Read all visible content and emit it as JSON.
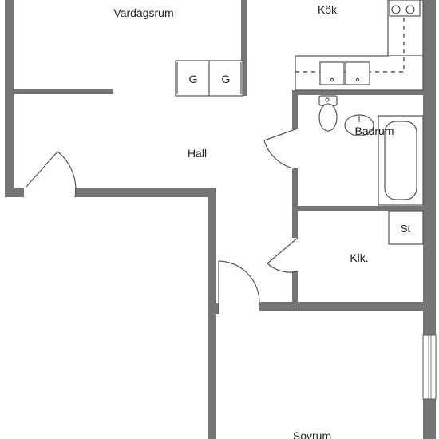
{
  "rooms": {
    "living": "Vardagsrum",
    "kitchen": "Kök",
    "hall": "Hall",
    "bathroom": "Badrum",
    "closet": "Klk.",
    "bedroom": "Sovrum"
  },
  "fixtures": {
    "wardrobe_a": "G",
    "wardrobe_b": "G",
    "storage": "St"
  },
  "colors": {
    "wall": "#757575",
    "line": "#555555",
    "background": "#ffffff"
  }
}
